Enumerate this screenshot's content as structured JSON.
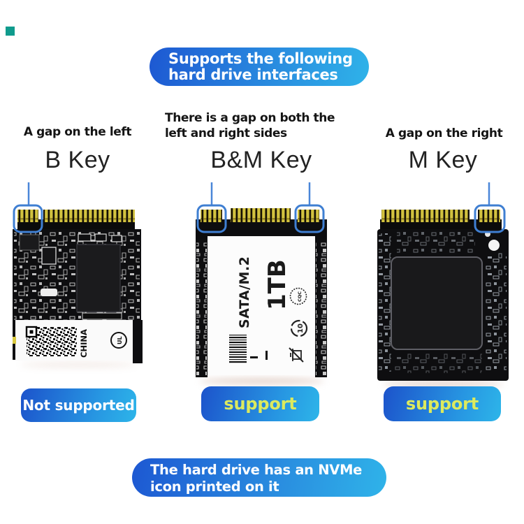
{
  "title_banner": {
    "line1": "Supports the following",
    "line2": "hard drive interfaces"
  },
  "bottom_banner": {
    "line1": "The hard drive has an NVMe",
    "line2": "icon printed on it"
  },
  "columns": {
    "b_key": {
      "caption": "A gap on the left",
      "key_label": "B Key",
      "status_label": "Not supported"
    },
    "bm_key": {
      "caption_line1": "There is a gap on both the",
      "caption_line2": "left and right sides",
      "key_label": "B&M Key",
      "status_label": "support"
    },
    "m_key": {
      "caption": "A gap on the right",
      "key_label": "M Key",
      "status_label": "support"
    }
  },
  "card_text": {
    "bm_interface": "SATA/M.2",
    "bm_capacity": "1TB",
    "bm_recycle": "10",
    "bm_cert": "CQC",
    "b_origin": "CHINA",
    "b_cert": "UL"
  },
  "colors": {
    "banner_gradient_start": "#1d58d2",
    "banner_gradient_end": "#2fb3e9",
    "support_text_yellow": "#dcea5e",
    "not_supported_text": "#ffffff",
    "gap_highlight_stroke": "#3f7fd2",
    "pin_gold": "#d2c23f",
    "pcb_black": "#0e0e10",
    "corner_square_teal": "#0f9b8d"
  }
}
